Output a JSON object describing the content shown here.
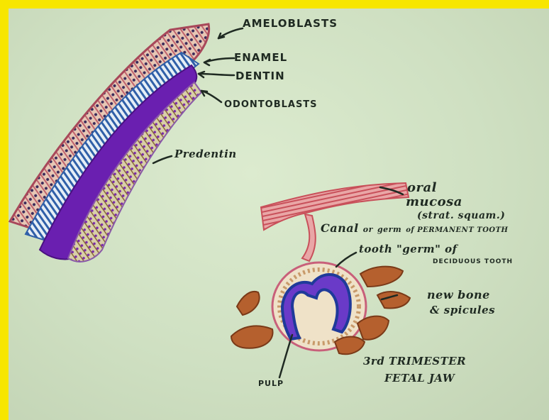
{
  "diagram": {
    "labels": {
      "ameloblasts": "AMELOBLASTS",
      "enamel": "ENAMEL",
      "dentin": "DENTIN",
      "odontoblasts": "ODONTOBLASTS",
      "predentin": "Predentin",
      "oral_mucosa_1": "oral",
      "oral_mucosa_2": "mucosa",
      "oral_mucosa_3": "(strat. squam.)",
      "canal_1": "Canal",
      "canal_2": "or",
      "canal_3": "germ",
      "canal_4": "of PERMANENT TOOTH",
      "tooth_germ_1": "tooth \"germ\" of",
      "tooth_germ_2": "DECIDUOUS TOOTH",
      "new_bone_1": "new bone",
      "new_bone_2": "& spicules",
      "pulp": "PULP",
      "caption_1": "3rd TRIMESTER",
      "caption_2": "FETAL JAW"
    },
    "colors": {
      "border": "#f7e600",
      "paper": "#d6e6c8",
      "ameloblast": "#c0646e",
      "enamel": "#2f5fa8",
      "dentin": "#6a1fb0",
      "mucosa": "#c8505a",
      "bone": "#b5602e",
      "ink": "#1f2a22"
    }
  }
}
